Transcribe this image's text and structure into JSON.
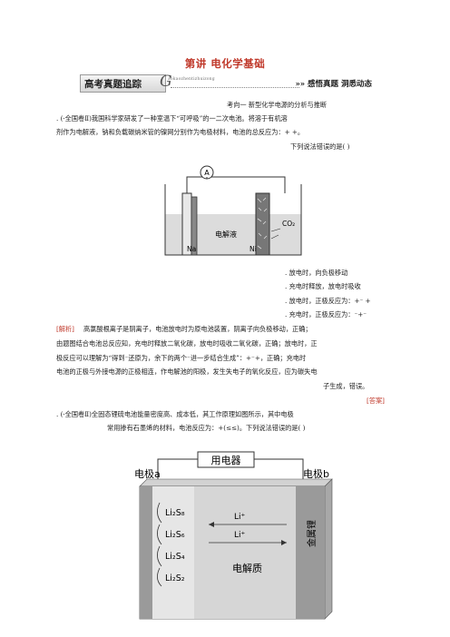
{
  "header": {
    "title": "第讲  电化学基础",
    "banner_label": "高考真题追踪",
    "banner_sub": "aokaozhentizhuizong",
    "banner_g": "G",
    "banner_right": "»» 感悟真题  洞悉动态"
  },
  "section1": {
    "heading": "考向一    新型化学电源的分析与推断",
    "q1_line1": ". (·全国卷Ⅱ)我国科学家研发了一种室温下“可呼吸”的一二次电池。将溶于有机溶",
    "q1_line2": "剂作为电解液，钠和负载碳纳米管的镍网分别作为电极材料，电池的总反应为：+          +。",
    "q1_line3": "下列说法错误的是(      )",
    "diagram1": {
      "meter": "A",
      "electrolyte": "电解液",
      "left_electrode": "Na",
      "right_electrode": "Ni",
      "gas": "CO₂"
    },
    "options": [
      ". 放电时，向负极移动",
      ". 充电时释放，放电时吸收",
      ". 放电时，正极反应为：+⁻ +",
      ". 充电时，正极反应为：⁻+⁻"
    ],
    "analysis_label": "[解析]",
    "analysis_lines": [
      "高氯酸根离子是阴离子，电池放电时为原电池装置，阴离子向负极移动，正确；",
      "由题图结合电池总反应知，充电时释放二氧化碳，放电时吸收二氧化碳，正确；放电时，正",
      "极反应可以理解为“得到⁻还原为，余下的两个⁻进一步结合生成”：+⁻+，正确；充电时",
      "电池的正极与外接电源的正极相连，作电解池的阳极，发生失电子的氧化反应，应为碳失电",
      "子生成，错误。"
    ],
    "answer_label": "[答案]"
  },
  "section2": {
    "q2_line1": ". (·全国卷Ⅱ)全固态锂硫电池能量密度高、成本低，其工作原理如图所示，其中电极",
    "q2_line2": "常用掺有石墨烯的材料，电池反应为：+(≤≤)。下列说法错误的是(      )",
    "diagram2": {
      "device": "用电器",
      "electrode_a": "电极a",
      "electrode_b": "电极b",
      "species": [
        "Li₂S₈",
        "Li₂S₆",
        "Li₂S₄",
        "Li₂S₂"
      ],
      "ion1": "Li⁺",
      "ion2": "Li⁺",
      "electrolyte": "电解质",
      "metal": "金属锂"
    }
  }
}
